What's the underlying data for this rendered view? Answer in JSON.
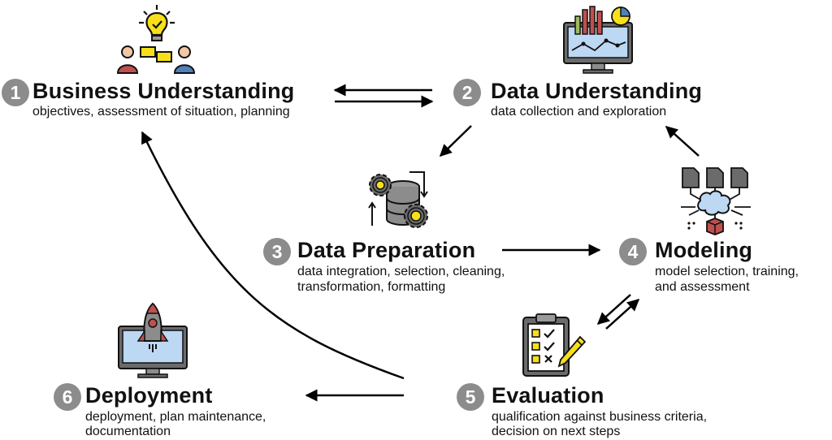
{
  "steps": [
    {
      "number": "1",
      "title": "Business Understanding",
      "description": [
        "objectives, assessment of situation, planning"
      ],
      "icon": "team-idea-icon"
    },
    {
      "number": "2",
      "title": "Data Understanding",
      "description": [
        "data collection and exploration"
      ],
      "icon": "analytics-monitor-icon"
    },
    {
      "number": "3",
      "title": "Data Preparation",
      "description": [
        "data integration, selection, cleaning,",
        "transformation, formatting"
      ],
      "icon": "gears-database-icon"
    },
    {
      "number": "4",
      "title": "Modeling",
      "description": [
        "model selection, training,",
        "and assessment"
      ],
      "icon": "ai-brain-documents-icon"
    },
    {
      "number": "5",
      "title": "Evaluation",
      "description": [
        "qualification against business criteria,",
        "decision on next steps"
      ],
      "icon": "clipboard-checklist-icon"
    },
    {
      "number": "6",
      "title": "Deployment",
      "description": [
        "deployment, plan maintenance,",
        "documentation"
      ],
      "icon": "rocket-monitor-icon"
    }
  ],
  "colors": {
    "badge": "#8c8c8c",
    "accent_yellow": "#f7e01a",
    "icon_gray": "#6b6b6b",
    "screen_blue": "#bcd8f3",
    "person_red": "#c0504d",
    "person_blue": "#4f81bd"
  }
}
